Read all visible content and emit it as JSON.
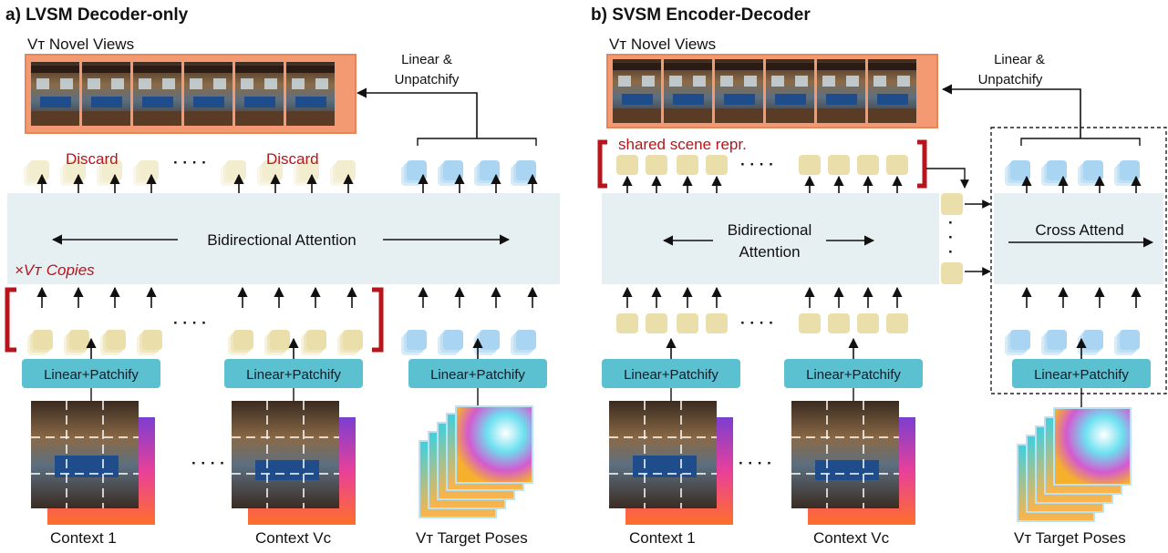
{
  "panel_a": {
    "title": "a) LVSM Decoder-only",
    "novel_views_label": "Vᴛ Novel Views",
    "linear_unpatchify_line1": "Linear &",
    "linear_unpatchify_line2": "Unpatchify",
    "discard_1": "Discard",
    "discard_2": "Discard",
    "attention_label": "Bidirectional Attention",
    "copies_label": "×Vᴛ Copies",
    "patchify_1": "Linear+Patchify",
    "patchify_2": "Linear+Patchify",
    "patchify_3": "Linear+Patchify",
    "context_1": "Context 1",
    "context_c": "Context Vᴄ",
    "target_poses": "Vᴛ Target Poses"
  },
  "panel_b": {
    "title": "b) SVSM Encoder-Decoder",
    "novel_views_label": "Vᴛ Novel Views",
    "linear_unpatchify_line1": "Linear &",
    "linear_unpatchify_line2": "Unpatchify",
    "shared_label": "shared scene repr.",
    "attention_line1": "Bidirectional",
    "attention_line2": "Attention",
    "cross_attend": "Cross Attend",
    "patchify_1": "Linear+Patchify",
    "patchify_2": "Linear+Patchify",
    "patchify_3": "Linear+Patchify",
    "context_1": "Context 1",
    "context_c": "Context Vᴄ",
    "target_poses": "Vᴛ Target Poses"
  },
  "colors": {
    "token_context": "#eadfab",
    "token_target": "#a9d5f2",
    "attention_block": "#e6eff2",
    "patchify_button": "#5bc0d0",
    "novel_views_frame": "#f39a72",
    "bracket": "#b8141b"
  }
}
